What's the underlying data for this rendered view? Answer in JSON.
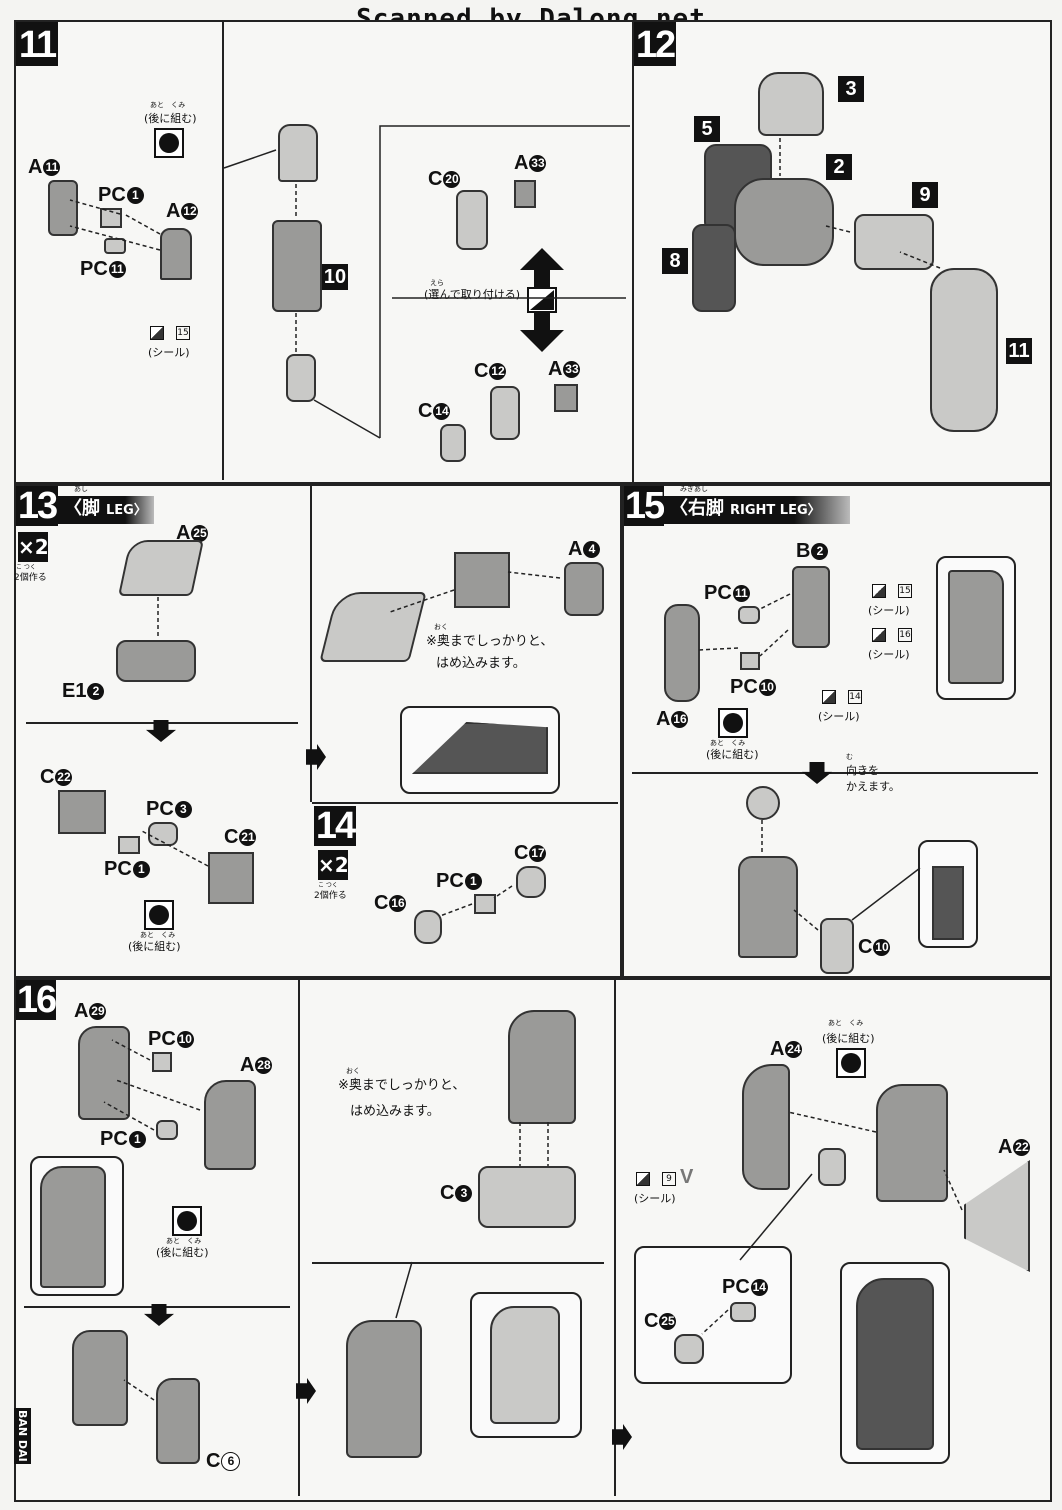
{
  "watermark": "Scanned by Dalong.net",
  "steps": {
    "s11": {
      "num": "11",
      "labels": {
        "a11": "A",
        "a11c": "11",
        "pc1": "PC",
        "pc1c": "1",
        "a12": "A",
        "a12c": "12",
        "pc11": "PC",
        "pc11c": "11",
        "c20": "C",
        "c20c": "20",
        "a33a": "A",
        "a33ac": "33",
        "c12": "C",
        "c12c": "12",
        "a33b": "A",
        "a33bc": "33",
        "c14": "C",
        "c14c": "14"
      },
      "later_ruby": "あと　くみ",
      "later": "(後に組む)",
      "seal_num": "15",
      "seal": "(シール)",
      "ref": "10",
      "choose_ruby": "えら",
      "choose": "(選んで取り付ける)"
    },
    "s12": {
      "num": "12",
      "refs": [
        "3",
        "5",
        "2",
        "9",
        "8",
        "11"
      ]
    },
    "s13": {
      "num": "13",
      "title_ruby": "あし",
      "title": "〈脚",
      "title_en": "LEG〉",
      "times": "×2",
      "times_ruby": "こ つく",
      "times_note": "2個作る",
      "labels": {
        "a25": "A",
        "a25c": "25",
        "e12": "E1",
        "e12c": "2",
        "a4": "A",
        "a4c": "4",
        "c22": "C",
        "c22c": "22",
        "pc3": "PC",
        "pc3c": "3",
        "pc1": "PC",
        "pc1c": "1",
        "c21": "C",
        "c21c": "21"
      },
      "note_ruby": "おく",
      "note1": "※奥までしっかりと、",
      "note2": "はめ込みます。",
      "later_ruby": "あと　くみ",
      "later": "(後に組む)"
    },
    "s14": {
      "num": "14",
      "times": "×2",
      "times_ruby": "こ つく",
      "times_note": "2個作る",
      "labels": {
        "c17": "C",
        "c17c": "17",
        "pc1": "PC",
        "pc1c": "1",
        "c16": "C",
        "c16c": "16"
      }
    },
    "s15": {
      "num": "15",
      "title_ruby": "みぎあし",
      "title": "〈右脚",
      "title_en": "RIGHT LEG〉",
      "labels": {
        "b2": "B",
        "b2c": "2",
        "pc11": "PC",
        "pc11c": "11",
        "pc10": "PC",
        "pc10c": "10",
        "a16": "A",
        "a16c": "16",
        "c10": "C",
        "c10c": "10"
      },
      "seals": [
        "15",
        "16",
        "14"
      ],
      "seal": "(シール)",
      "later_ruby": "あと　くみ",
      "later": "(後に組む)",
      "turn_ruby": "む",
      "turn1": "向きを",
      "turn2": "かえます。"
    },
    "s16": {
      "num": "16",
      "labels": {
        "a29": "A",
        "a29c": "29",
        "pc10": "PC",
        "pc10c": "10",
        "a28": "A",
        "a28c": "28",
        "pc1": "PC",
        "pc1c": "1",
        "c6": "C",
        "c6c": "6",
        "c3": "C",
        "c3c": "3",
        "a24": "A",
        "a24c": "24",
        "a22": "A",
        "a22c": "22",
        "pc14": "PC",
        "pc14c": "14",
        "c25": "C",
        "c25c": "25"
      },
      "later_ruby": "あと　くみ",
      "later": "(後に組む)",
      "note1": "※奥までしっかりと、",
      "note2": "はめ込みます。",
      "note_ruby": "おく",
      "seal_num": "9",
      "seal": "(シール)",
      "v": "V"
    }
  },
  "brand": "BAN DAI"
}
